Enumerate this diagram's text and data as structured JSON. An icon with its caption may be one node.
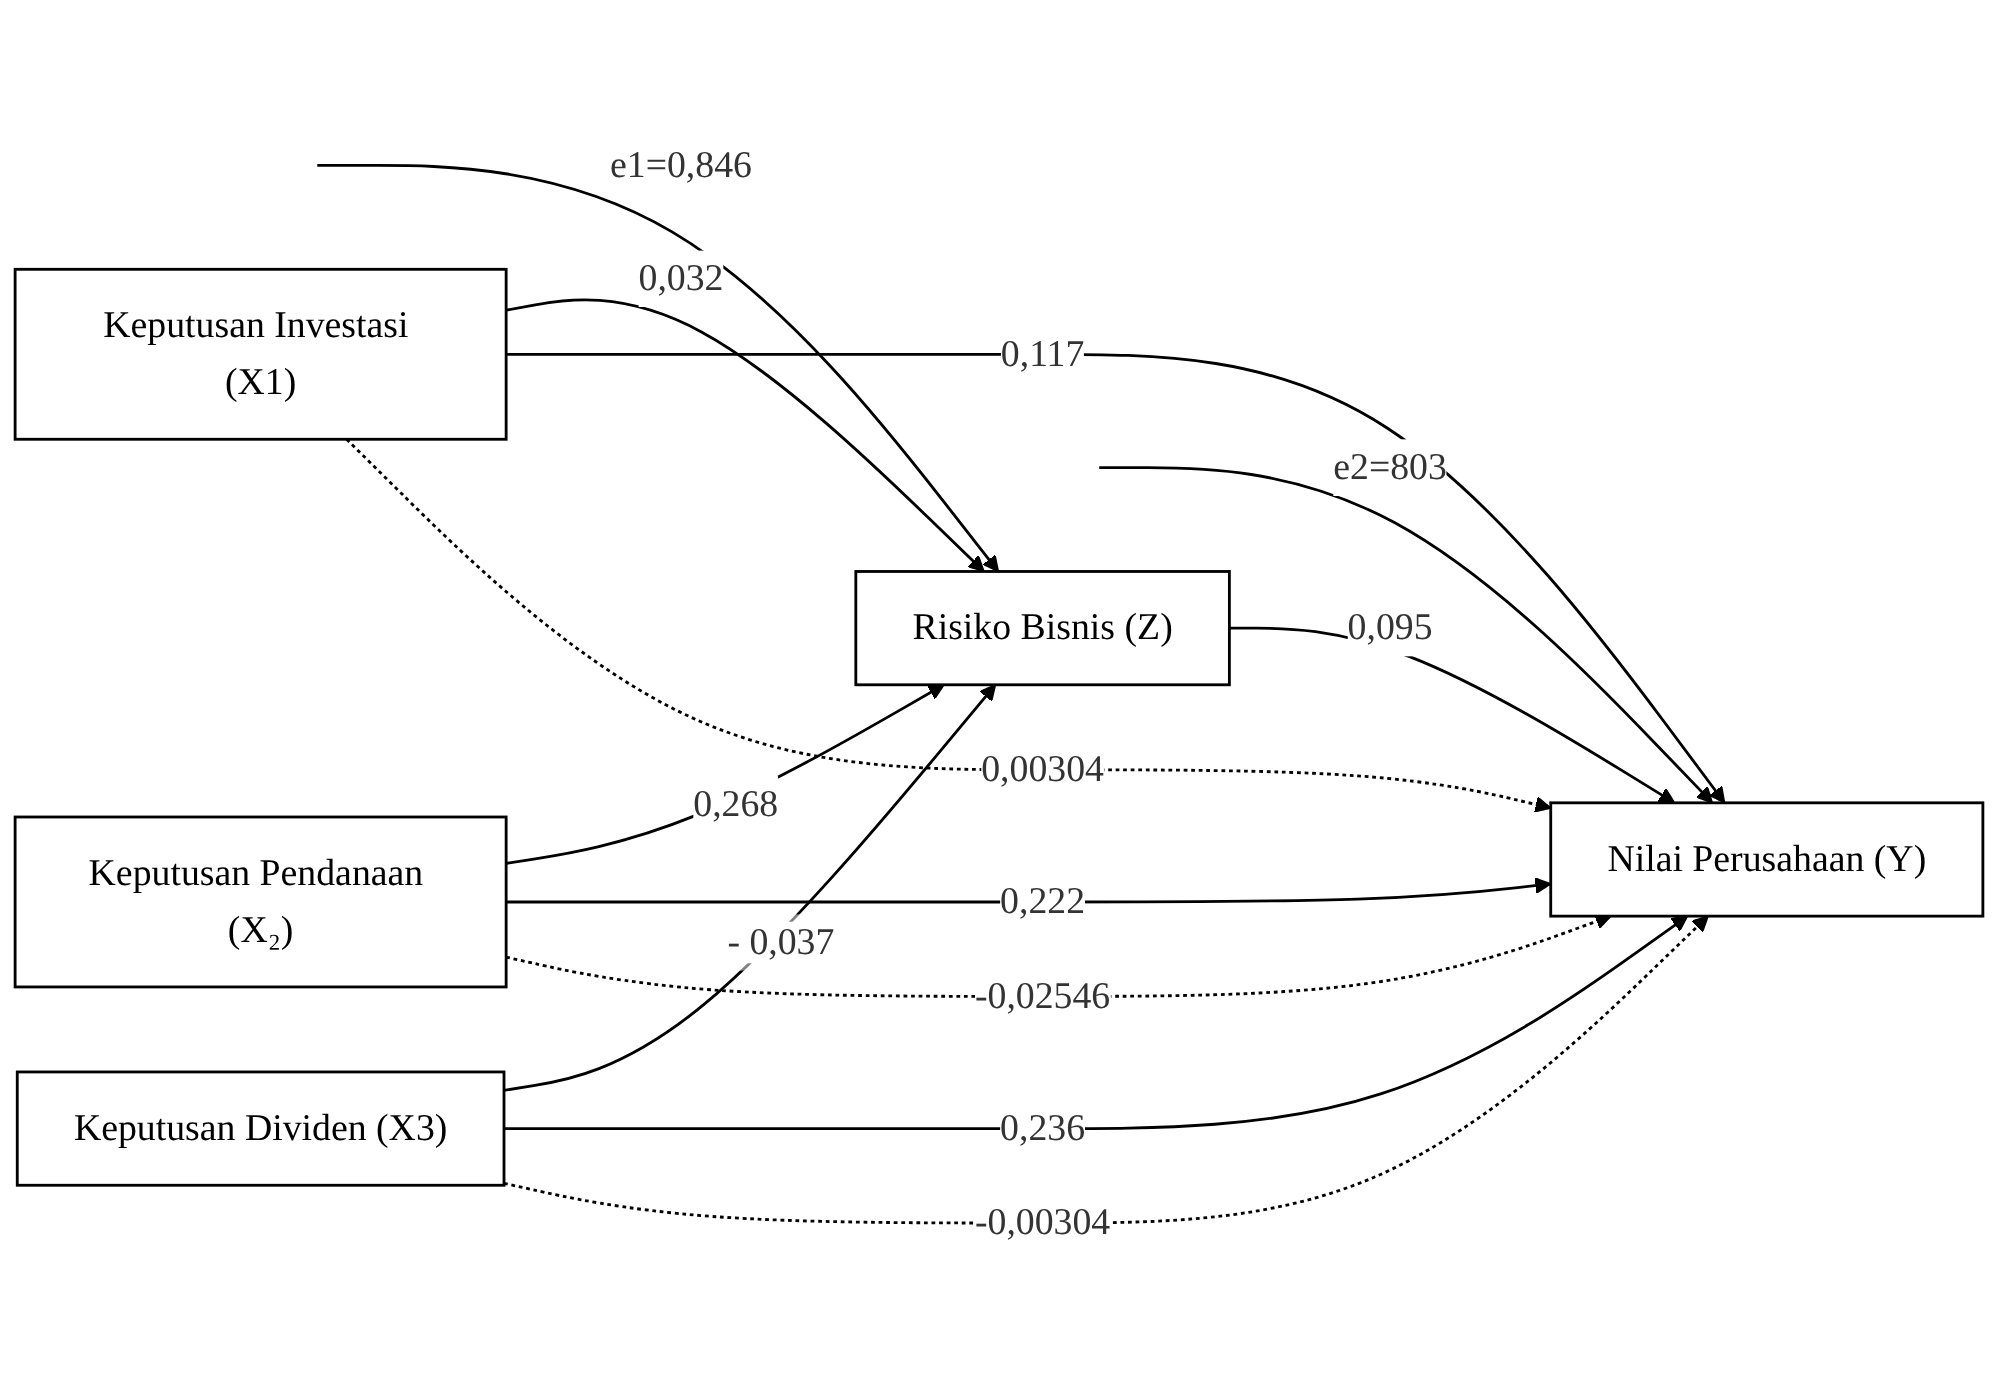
{
  "diagram": {
    "nodes": [
      {
        "text": [
          "Keputusan Investasi (X1)"
        ]
      },
      {
        "text": [
          "Keputusan Pendanaan (X₂)"
        ]
      },
      {
        "text": [
          "Keputusan Dividen (X3)"
        ]
      },
      {
        "text": [
          "Risiko Bisnis (Z)"
        ]
      },
      {
        "text": [
          "Nilai Perusahaan (Y)"
        ]
      }
    ],
    "edges": [
      {
        "from": 0,
        "to": 3,
        "arrow": "to",
        "label": "0,032"
      },
      {
        "from": 1,
        "to": 3,
        "arrow": "to",
        "label": "0,268"
      },
      {
        "from": 2,
        "to": 3,
        "arrow": "to",
        "label": "- 0,037"
      },
      {
        "from": null,
        "to": 3,
        "arrow": "to",
        "label": "e1=0,846"
      },
      {
        "from": 3,
        "to": 4,
        "arrow": "to",
        "label": "0,095"
      },
      {
        "from": 0,
        "to": 4,
        "arrow": "to",
        "label": "0,117"
      },
      {
        "from": 1,
        "to": 4,
        "arrow": "to",
        "label": "0,222"
      },
      {
        "from": 2,
        "to": 4,
        "arrow": "to",
        "label": "0,236"
      },
      {
        "from": null,
        "to": 4,
        "arrow": "to",
        "label": "e2=803"
      },
      {
        "from": 0,
        "to": 4,
        "arrow": "to",
        "label": "0,00304",
        "style": "dashed"
      },
      {
        "from": 1,
        "to": 4,
        "arrow": "to",
        "label": "-0,02546",
        "style": "dashed"
      },
      {
        "from": 2,
        "to": 4,
        "arrow": "to",
        "label": "-0,00304",
        "style": "dashed"
      }
    ]
  }
}
